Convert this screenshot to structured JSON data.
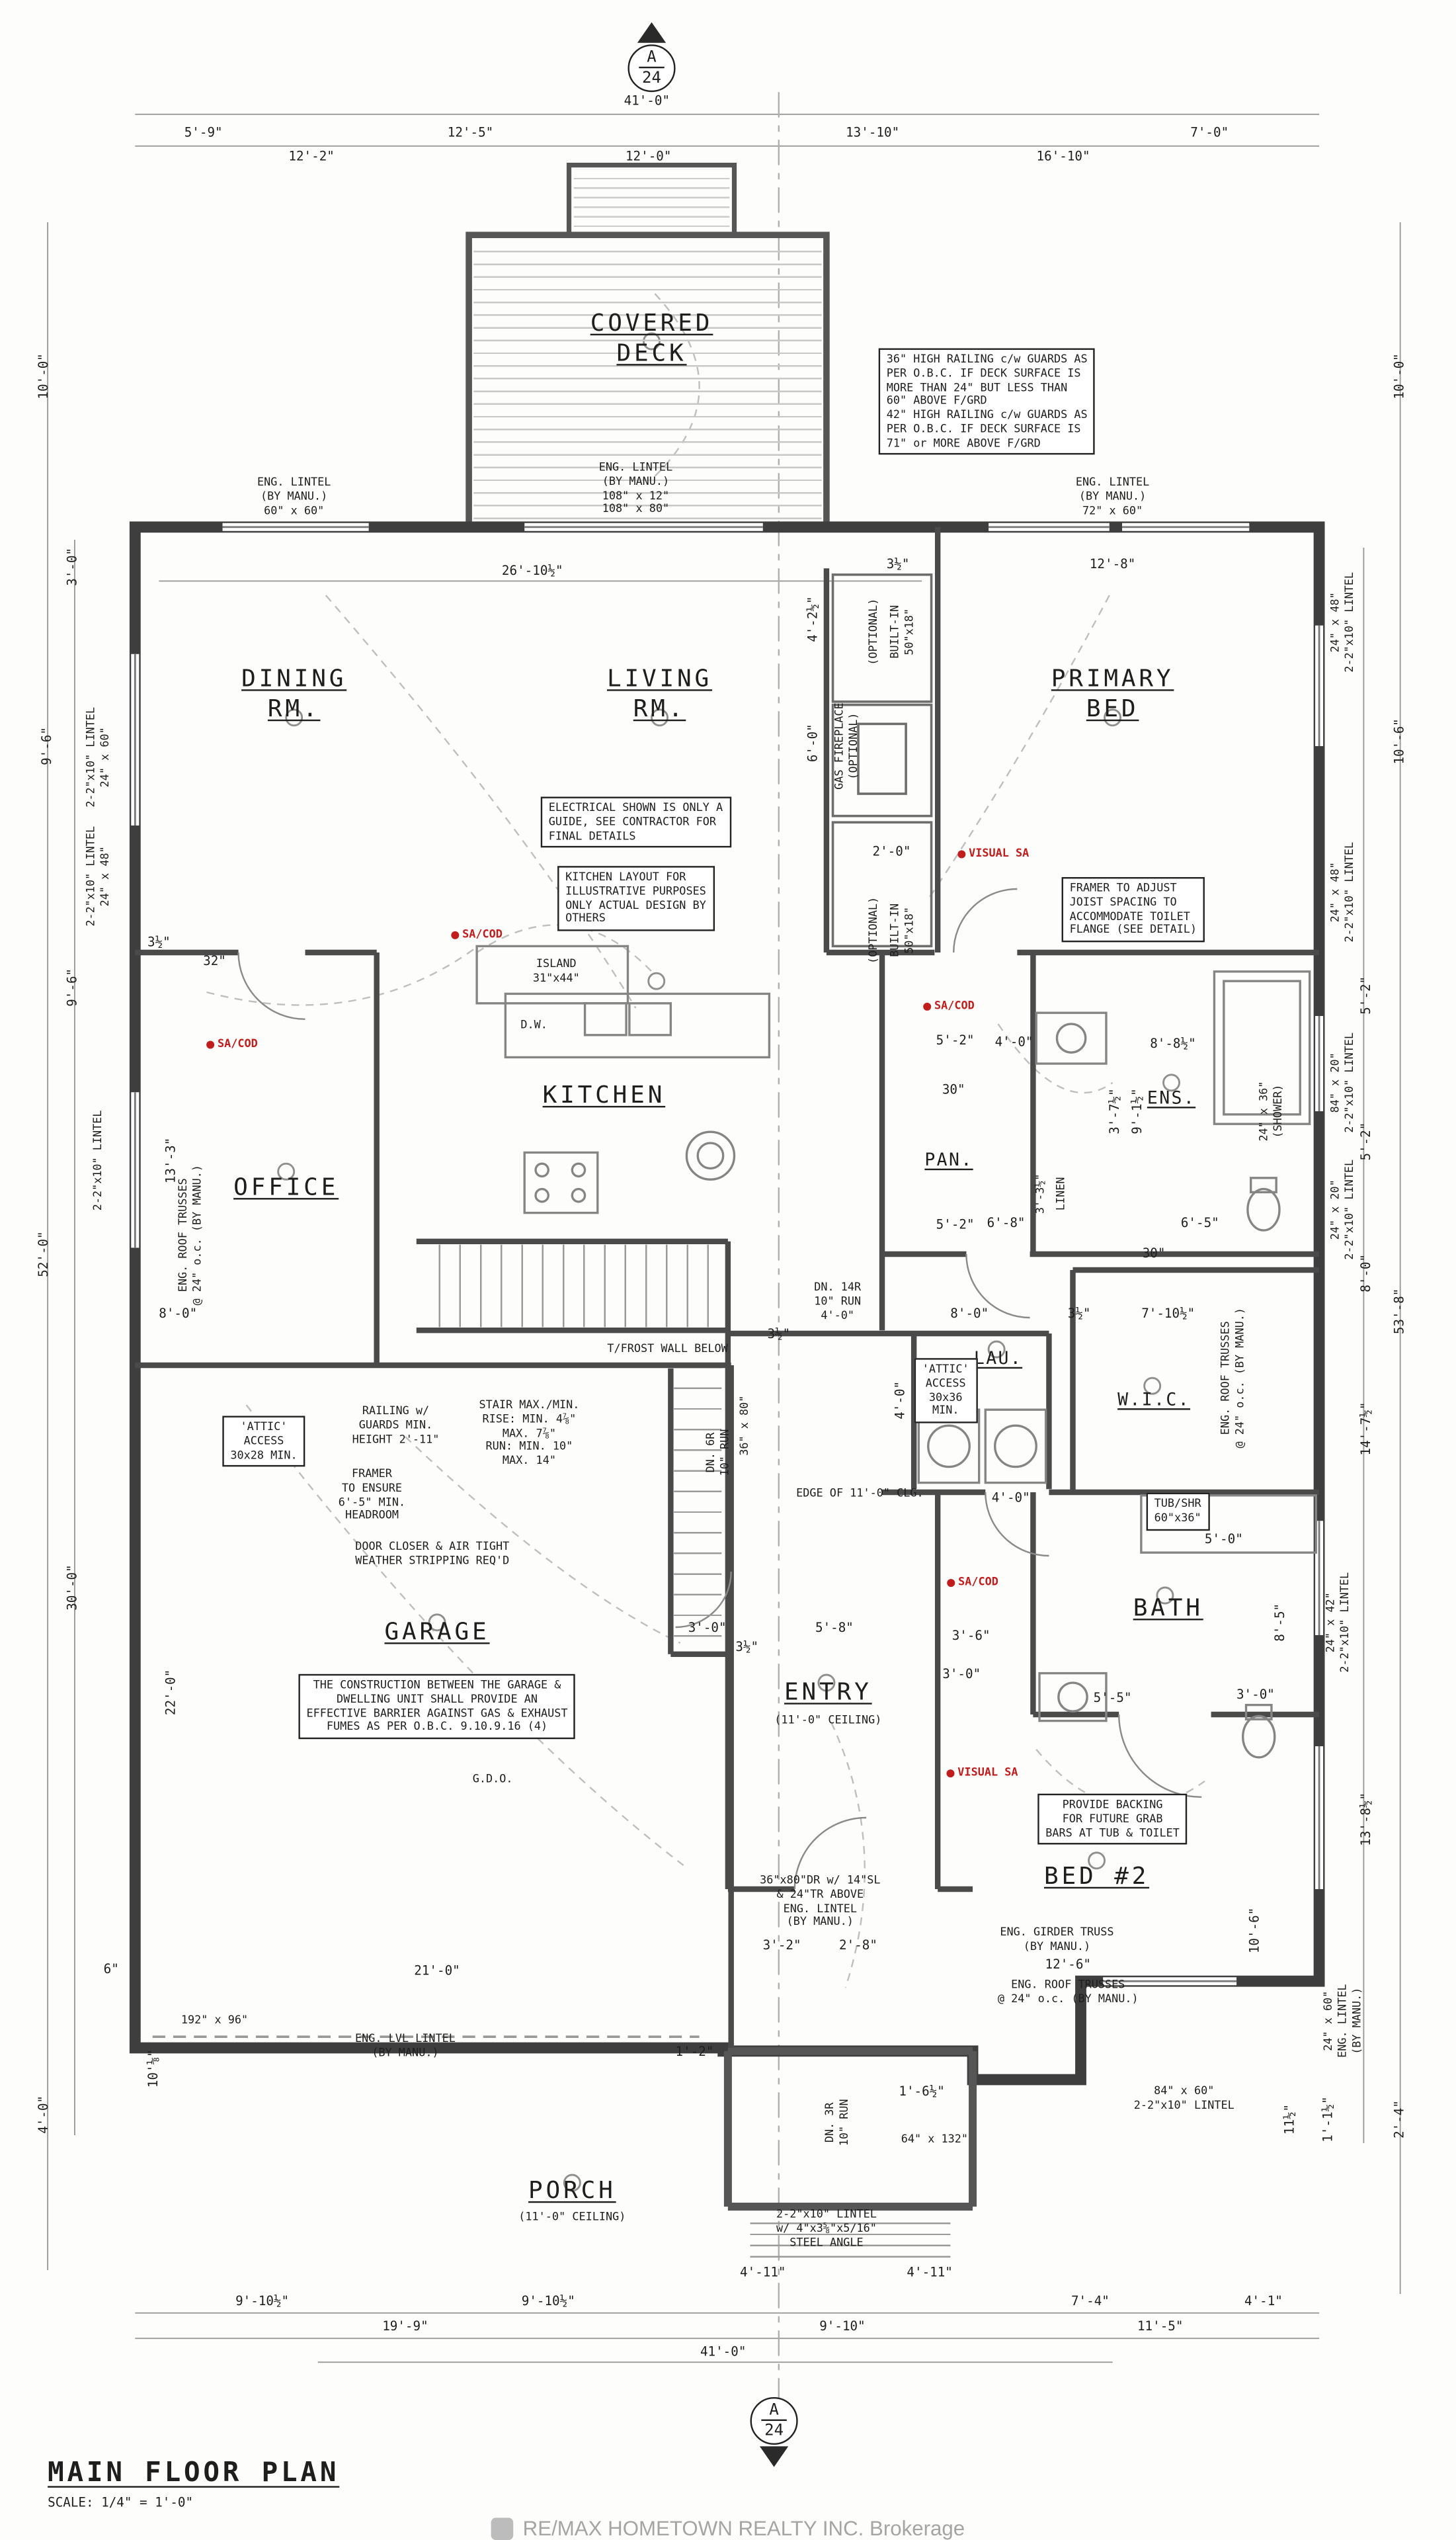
{
  "title_block": {
    "title": "MAIN FLOOR PLAN",
    "scale": "SCALE: 1/4\" = 1'-0\""
  },
  "watermark": {
    "text": "RE/MAX HOMETOWN REALTY INC. Brokerage"
  },
  "section_marker": {
    "letter": "A",
    "sheet": "24"
  },
  "rooms": {
    "covered_deck": "COVERED\nDECK",
    "dining": "DINING\nRM.",
    "living": "LIVING\nRM.",
    "primary": "PRIMARY\nBED",
    "kitchen": "KITCHEN",
    "office": "OFFICE",
    "pantry": "PAN.",
    "ensuite": "ENS.",
    "laundry": "LAU.",
    "wic": "W.I.C.",
    "garage": "GARAGE",
    "entry": "ENTRY",
    "entry_sub": "(11'-0\" CEILING)",
    "bath": "BATH",
    "bed2": "BED #2",
    "porch": "PORCH",
    "porch_sub": "(11'-0\" CEILING)"
  },
  "notes": {
    "deck_railing": "36\" HIGH RAILING c/w GUARDS AS\nPER O.B.C. IF DECK SURFACE IS\nMORE THAN 24\" BUT LESS THAN\n60\" ABOVE F/GRD\n42\" HIGH RAILING c/w GUARDS AS\nPER O.B.C. IF DECK SURFACE IS\n71\" or MORE ABOVE F/GRD",
    "electrical": "ELECTRICAL SHOWN IS ONLY A\nGUIDE, SEE CONTRACTOR FOR\nFINAL DETAILS",
    "kitchen_layout": "KITCHEN LAYOUT FOR\nILLUSTRATIVE PURPOSES\nONLY ACTUAL DESIGN BY\nOTHERS",
    "framer_joist": "FRAMER TO ADJUST\nJOIST SPACING TO\nACCOMMODATE TOILET\nFLANGE (SEE DETAIL)",
    "railing_guards": "RAILING w/\nGUARDS MIN.\nHEIGHT 2'-11\"",
    "stair_minmax": "STAIR MAX./MIN.\nRISE: MIN. 4⅞\"\nMAX. 7⅞\"\nRUN: MIN. 10\"\nMAX. 14\"",
    "framer_headroom": "FRAMER\nTO ENSURE\n6'-5\" MIN.\nHEADROOM",
    "door_closer": "DOOR CLOSER & AIR TIGHT\nWEATHER STRIPPING REQ'D",
    "garage_barrier": "THE CONSTRUCTION BETWEEN THE GARAGE &\nDWELLING UNIT SHALL PROVIDE AN\nEFFECTIVE BARRIER AGAINST GAS & EXHAUST\nFUMES AS PER O.B.C. 9.10.9.16 (4)",
    "grab_bars": "PROVIDE BACKING\nFOR FUTURE GRAB\nBARS AT TUB & TOILET",
    "attic_garage": "'ATTIC'\nACCESS\n30x28 MIN.",
    "attic_laundry": "'ATTIC'\nACCESS\n30x36\nMIN.",
    "entry_door": "36\"x80\"DR w/ 14\"SL\n& 24\"TR ABOVE\nENG. LINTEL\n(BY MANU.)",
    "steel_angle": "2-2\"x10\" LINTEL\nw/ 4\"x3⅝\"x5/16\"\nSTEEL ANGLE",
    "frost_wall": "T/FROST WALL BELOW",
    "edge_clg": "EDGE OF 11'-0\" CLG."
  },
  "eng": {
    "lintel_60x60": "ENG. LINTEL\n(BY MANU.)\n60\" x 60\"",
    "lintel_deck": "ENG. LINTEL\n(BY MANU.)\n108\" x 12\"\n108\" x 80\"",
    "lintel_72x60": "ENG. LINTEL\n(BY MANU.)\n72\" x 60\"",
    "girder": "ENG. GIRDER TRUSS\n(BY MANU.)",
    "roof_trusses": "ENG. ROOF TRUSSES\n@ 24\" o.c. (BY MANU.)",
    "lvl": "ENG. LVL LINTEL\n(BY MANU.)",
    "gdo": "G.D.O."
  },
  "fixtures": {
    "island": "ISLAND\n31\"x44\"",
    "dw": "D.W.",
    "gas_fireplace": "GAS FIREPLACE\n(OPTIONAL)",
    "built_in": "BUILT-IN\n50\"x18\"",
    "optional": "(OPTIONAL)",
    "tub": "TUB/SHR\n60\"x36\"",
    "shower": "24\" x 36\"\n(SHOWER)",
    "linen": "LINEN",
    "dn14": "DN. 14R\n10\" RUN\n4'-0\"",
    "dn6": "DN. 6R\n10\" RUN",
    "dn3": "DN. 3R\n10\" RUN"
  },
  "markers": {
    "sacod": "SA/COD",
    "visual_sa": "VISUAL SA"
  },
  "lintels": {
    "l_24x60": "2-2\"x10\" LINTEL\n24\" x 60\"",
    "l_24x48": "2-2\"x10\" LINTEL\n24\" x 48\"",
    "l_plain": "2-2\"x10\" LINTEL",
    "r_24x48": "24\" x 48\"\n2-2\"x10\" LINTEL",
    "r_84x20": "84\" x 20\"\n2-2\"x10\" LINTEL",
    "r_24x20": "24\" x 20\"\n2-2\"x10\" LINTEL",
    "r_24x42": "24\" x 42\"\n2-2\"x10\" LINTEL",
    "r_24x60_eng": "24\" x 60\"\nENG. LINTEL\n(BY MANU.)",
    "b_84x60": "84\" x 60\"\n2-2\"x10\" LINTEL",
    "garage_door": "192\" x 96\"",
    "porch_open": "64\" x 132\"",
    "door_36x80": "36\" x 80\""
  },
  "dims": {
    "41_0": "41'-0\"",
    "5_9": "5'-9\"",
    "12_5": "12'-5\"",
    "13_10": "13'-10\"",
    "7_0": "7'-0\"",
    "12_2": "12'-2\"",
    "12_0": "12'-0\"",
    "16_10": "16'-10\"",
    "26_10h": "26'-10½\"",
    "3h": "3½\"",
    "12_8": "12'-8\"",
    "4_2h": "4'-2½\"",
    "6_0": "6'-0\"",
    "2_0": "2'-0\"",
    "32": "32\"",
    "5_2": "5'-2\"",
    "4_0": "4'-0\"",
    "30": "30\"",
    "8_8h": "8'-8½\"",
    "3_7h": "3'-7½\"",
    "9_1h": "9'-1½\"",
    "3_3h": "3'-3½\"",
    "6_8": "6'-8\"",
    "6_5": "6'-5\"",
    "8_0": "8'-0\"",
    "13_3": "13'-3\"",
    "7_10h": "7'-10½\"",
    "10_0": "10'-0\"",
    "3_0": "3'-0\"",
    "9_6": "9'-6\"",
    "52_0": "52'-0\"",
    "30_0": "30'-0\"",
    "22_0": "22'-0\"",
    "6": "6\"",
    "10e": "10'⅛\"",
    "10_6": "10'-6\"",
    "53_8": "53'-8\"",
    "14_7h": "14'-7½\"",
    "8_5": "8'-5\"",
    "13_8h": "13'-8½\"",
    "5_8": "5'-8\"",
    "3_6": "3'-6\"",
    "5_5": "5'-5\"",
    "21_0": "21'-0\"",
    "12_6": "12'-6\"",
    "1_2": "1'-2\"",
    "1_6h": "1'-6½\"",
    "2_8": "2'-8\"",
    "3_2": "3'-2\"",
    "11h": "11½\"",
    "2_4": "2'-4\"",
    "1_1h": "1'-1½\"",
    "9_10h": "9'-10½\"",
    "4_11": "4'-11\"",
    "7_4": "7'-4\"",
    "4_1": "4'-1\"",
    "19_9": "19'-9\"",
    "9_10": "9'-10\"",
    "11_5": "11'-5\"",
    "5_0": "5'-0\""
  }
}
